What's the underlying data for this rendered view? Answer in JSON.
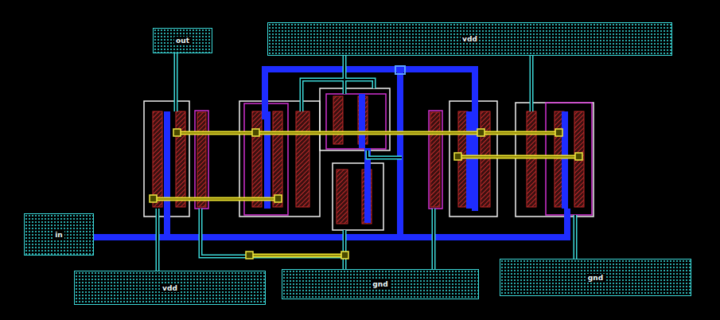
{
  "diagram": {
    "nodes": [
      {
        "text": [
          "out"
        ]
      },
      {
        "text": [
          "vdd"
        ]
      },
      {
        "text": [
          "in"
        ]
      },
      {
        "text": [
          "vdd"
        ]
      },
      {
        "text": [
          "gnd"
        ]
      },
      {
        "text": [
          "gnd"
        ]
      }
    ]
  }
}
